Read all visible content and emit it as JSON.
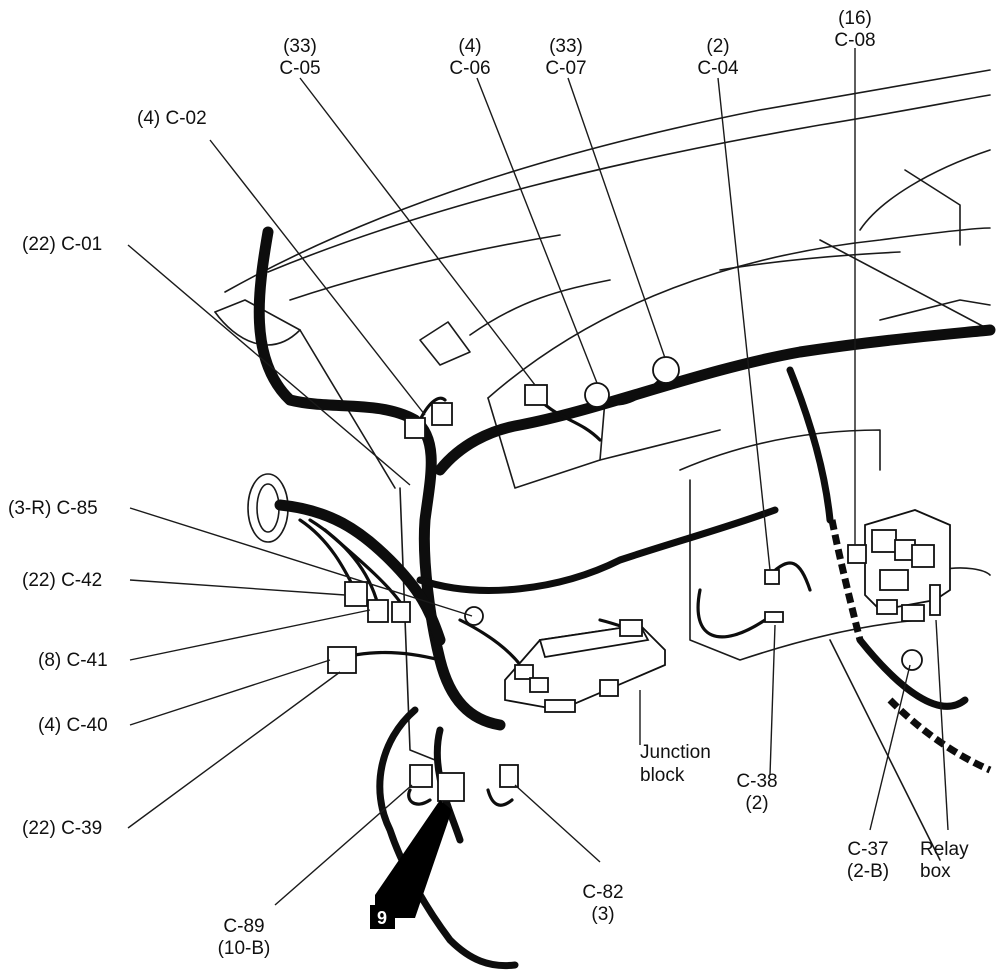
{
  "callouts": {
    "c01": "(22) C-01",
    "c02": "(4) C-02",
    "c05_count": "(33)",
    "c05_id": "C-05",
    "c06_count": "(4)",
    "c06_id": "C-06",
    "c07_count": "(33)",
    "c07_id": "C-07",
    "c04_count": "(2)",
    "c04_id": "C-04",
    "c08_count": "(16)",
    "c08_id": "C-08",
    "c85": "(3-R) C-85",
    "c42": "(22) C-42",
    "c41": "(8) C-41",
    "c40": "(4) C-40",
    "c39": "(22) C-39",
    "c89_id": "C-89",
    "c89_count": "(10-B)",
    "c82_id": "C-82",
    "c82_count": "(3)",
    "c38_id": "C-38",
    "c38_count": "(2)",
    "c37_id": "C-37",
    "c37_count": "(2-B)",
    "junction_line1": "Junction",
    "junction_line2": "block",
    "relay_line1": "Relay",
    "relay_line2": "box",
    "view_marker": "9"
  }
}
